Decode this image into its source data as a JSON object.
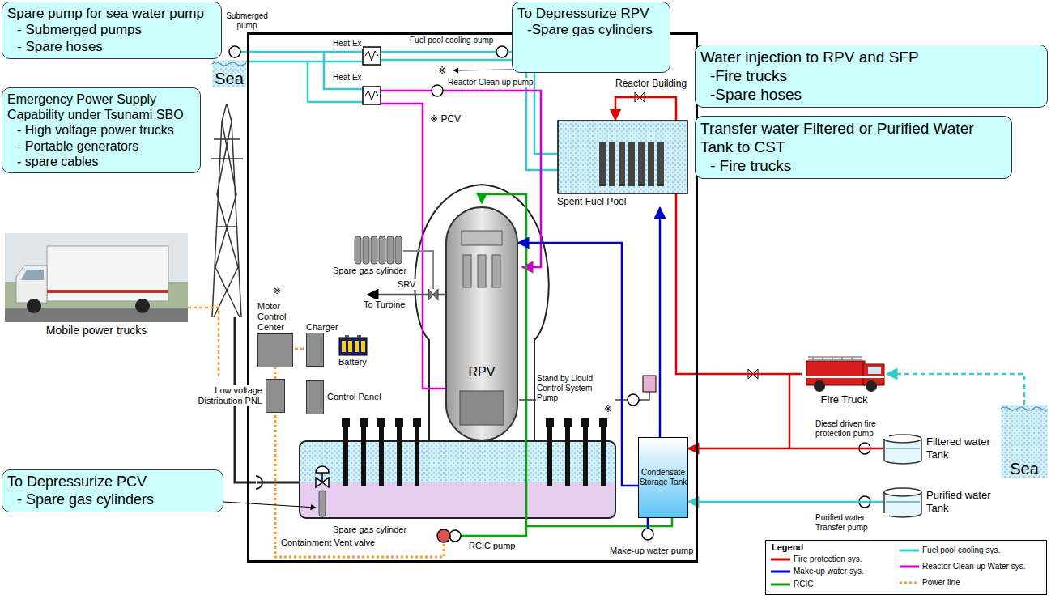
{
  "diagram": {
    "nodes": [
      {
        "text": [
          "Spare pump for sea water pump",
          "- Submerged pumps",
          "- Spare hoses"
        ]
      },
      {
        "text": [
          "To Depressurize RPV",
          "-Spare gas cylinders"
        ]
      },
      {
        "text": [
          "Emergency Power Supply Capability under Tsunami SBO",
          "- High voltage power trucks",
          "- Portable generators",
          "- spare cables"
        ]
      },
      {
        "text": [
          "Water injection to RPV and SFP",
          "-Fire trucks",
          "-Spare hoses"
        ]
      },
      {
        "text": [
          "Transfer water Filtered or Purified Water Tank to CST",
          "- Fire trucks"
        ]
      },
      {
        "text": [
          "To Depressurize PCV",
          "- Spare gas cylinders"
        ]
      },
      {
        "text": [
          "Reactor Building"
        ]
      },
      {
        "text": [
          "Motor Control Center"
        ],
        "in": 6
      },
      {
        "text": [
          "Charger"
        ],
        "in": 6
      },
      {
        "text": [
          "Battery"
        ],
        "in": 6
      },
      {
        "text": [
          "Low voltage Distribution PNL"
        ],
        "in": 6
      },
      {
        "text": [
          "Control Panel"
        ],
        "in": 6
      },
      {
        "text": [
          "RPV"
        ],
        "in": 6
      },
      {
        "text": [
          "Spent Fuel Pool"
        ],
        "in": 6
      },
      {
        "text": [
          "Condensate Storage Tank"
        ],
        "in": 6
      },
      {
        "text": [
          "Fire Truck"
        ]
      },
      {
        "text": [
          "Filtered water Tank"
        ]
      },
      {
        "text": [
          "Purified water Tank"
        ]
      },
      {
        "text": [
          "Sea"
        ]
      },
      {
        "text": [
          "Sea"
        ]
      },
      {
        "text": [
          "Mobile power trucks"
        ]
      }
    ],
    "edges": [
      {
        "from": 18,
        "to": 15,
        "arrow": "to"
      },
      {
        "from": 15,
        "to": 13,
        "arrow": "to"
      },
      {
        "from": 14,
        "to": 12,
        "arrow": "to"
      },
      {
        "from": 14,
        "to": 13,
        "arrow": "to"
      },
      {
        "from": 16,
        "to": 14,
        "arrow": "to"
      },
      {
        "from": 17,
        "to": 14,
        "arrow": "to"
      },
      {
        "from": 20,
        "to": 10,
        "arrow": "none"
      },
      {
        "from": 7,
        "to": 8,
        "arrow": "none"
      },
      {
        "from": 8,
        "to": 9,
        "arrow": "none"
      }
    ],
    "labels": [
      "Submerged pump",
      "Fuel pool cooling pump",
      "Heat Ex",
      "Heat Ex",
      "Reactor Clean up pump",
      "※",
      "※ PCV",
      "※",
      "Spare gas cylinder",
      "SRV",
      "To Turbine",
      "Stand by Liquid Control System Pump",
      "※",
      "Diesel driven fire protection pump",
      "Purified water Transfer pump",
      "Spare gas cylinder",
      "Containment Vent valve",
      "RCIC pump",
      "Make-up water pump",
      "Legend"
    ],
    "legend": [
      {
        "text": "Fire protection sys."
      },
      {
        "text": "Make-up water sys."
      },
      {
        "text": "RCIC"
      },
      {
        "text": "Fuel pool cooling sys."
      },
      {
        "text": "Reactor Clean up Water sys."
      },
      {
        "text": "Power line"
      }
    ]
  }
}
